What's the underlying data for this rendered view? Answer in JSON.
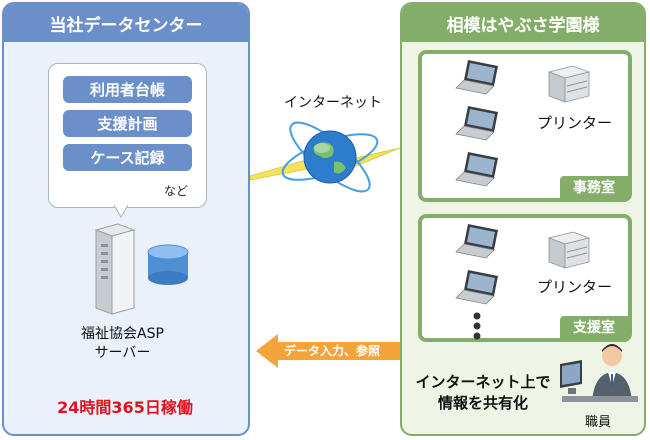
{
  "left_panel": {
    "title": "当社データセンター",
    "bubble_items": [
      "利用者台帳",
      "支援計画",
      "ケース記録"
    ],
    "bubble_note": "など",
    "server_label_line1": "福祉協会ASP",
    "server_label_line2": "サーバー",
    "uptime": "24時間365日稼働"
  },
  "center": {
    "internet_label": "インターネット",
    "arrow_label": "データ入力、参照"
  },
  "right_panel": {
    "title": "相模はやぶさ学園様",
    "office1": {
      "printer_label": "プリンター",
      "tag": "事務室"
    },
    "office2": {
      "printer_label": "プリンター",
      "tag": "支援室"
    },
    "share_text_line1": "インターネット上で",
    "share_text_line2": "情報を共有化",
    "staff_label": "職員"
  },
  "colors": {
    "left_accent": "#6a8fc9",
    "right_accent": "#84ad69",
    "uptime": "#e0141e",
    "arrow": "#f3a43a"
  }
}
